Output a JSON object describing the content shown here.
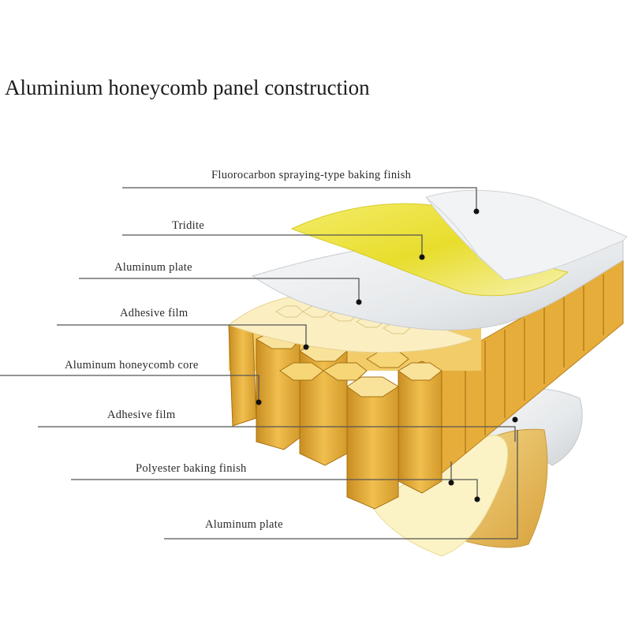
{
  "title": "Aluminium honeycomb panel construction",
  "labels": [
    "Fluorocarbon spraying-type baking finish",
    "Tridite",
    "Aluminum plate",
    "Adhesive film",
    "Aluminum honeycomb core",
    "Adhesive film",
    "Polyester baking finish",
    "Aluminum plate"
  ],
  "colors": {
    "honeycomb": "#e0a42e",
    "honeycomb_light": "#f3cc6a",
    "honeycomb_dark": "#b9801b",
    "tridite_yellow": "#ece33a",
    "plate_white": "#e9ecee",
    "plate_shadow": "#c9cdd0",
    "adhesive": "#f6e7b0",
    "polyester": "#e3b54a"
  }
}
